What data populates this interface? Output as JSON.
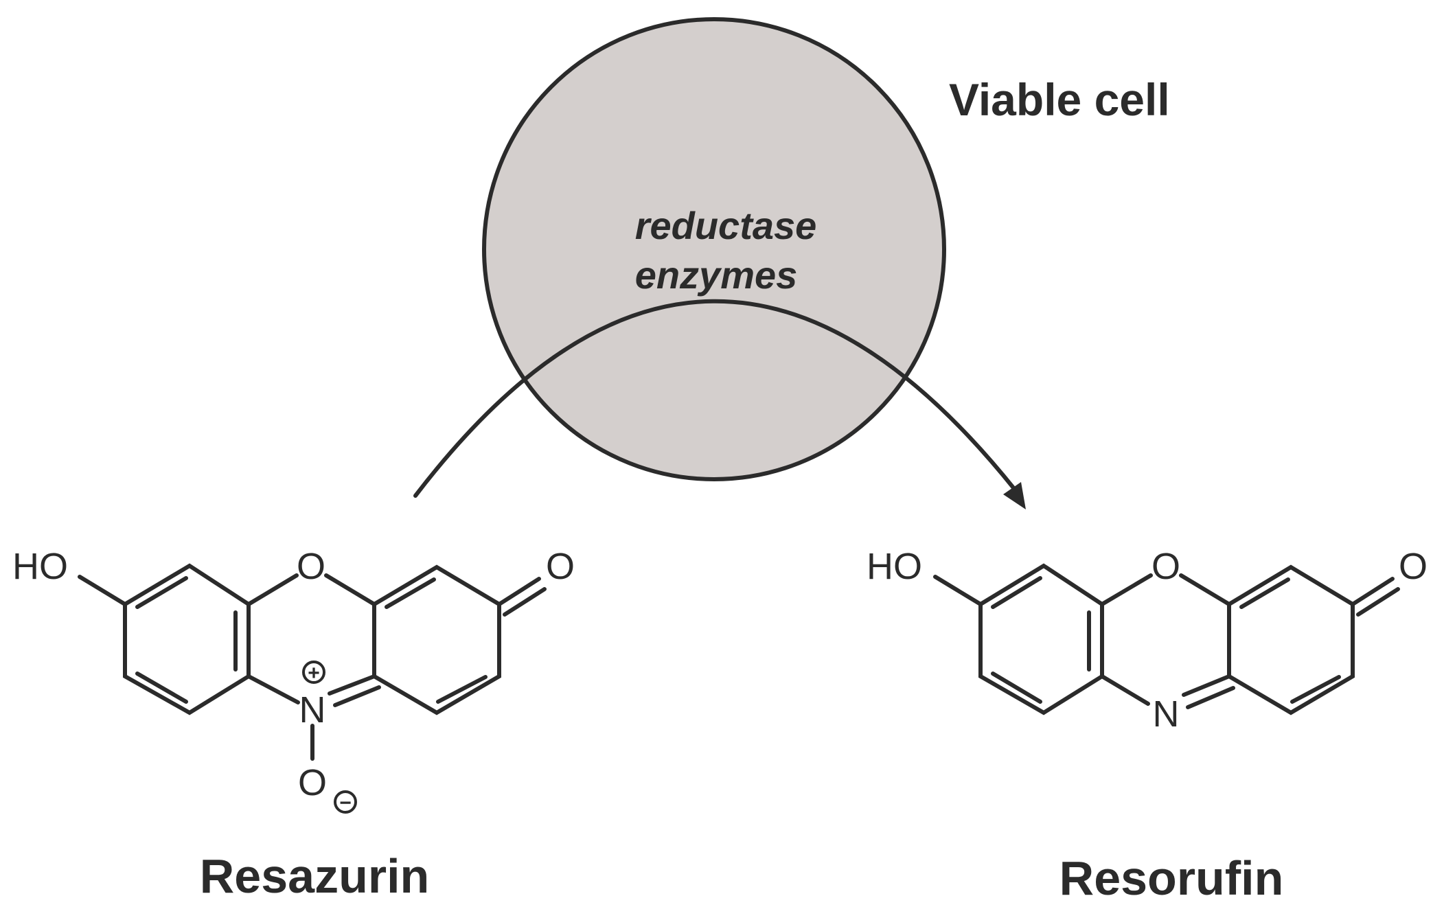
{
  "cell": {
    "label": "Viable cell",
    "enzyme_line1": "reductase",
    "enzyme_line2": "enzymes",
    "fill_color": "#d4cfcd"
  },
  "resazurin": {
    "name": "Resazurin",
    "hydroxyl": "HO",
    "ring_oxygen": "O",
    "carbonyl_oxygen": "O",
    "nitrogen": "N",
    "n_oxide_oxygen": "O",
    "plus_sign": "+",
    "minus_sign": "−"
  },
  "resorufin": {
    "name": "Resorufin",
    "hydroxyl": "HO",
    "ring_oxygen": "O",
    "carbonyl_oxygen": "O",
    "nitrogen": "N"
  },
  "arrow_icon": "curved-arrow-icon"
}
